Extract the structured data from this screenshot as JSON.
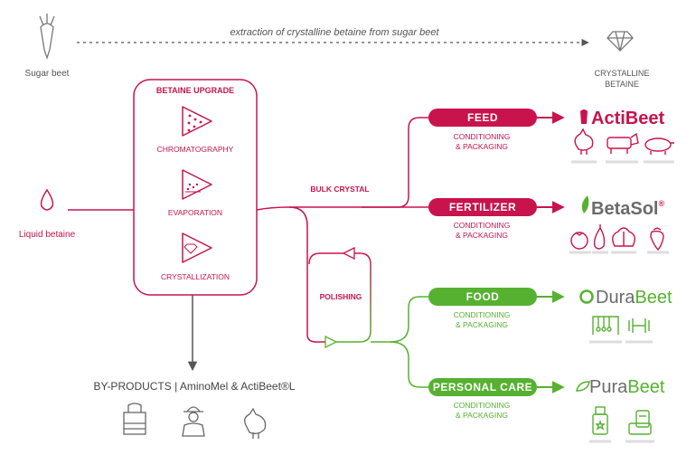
{
  "header": {
    "source_label": "Sugar beet",
    "process_label": "extraction of crystalline betaine from sugar beet",
    "target_label_line1": "CRYSTALLINE",
    "target_label_line2": "BETAINE"
  },
  "input": {
    "label": "Liquid betaine"
  },
  "upgrade": {
    "title": "BETAINE UPGRADE",
    "steps": [
      "CHROMATOGRAPHY",
      "EVAPORATION",
      "CRYSTALLIZATION"
    ]
  },
  "flow": {
    "bulk_label": "BULK CRYSTAL",
    "polishing_label": "POLISHING"
  },
  "byproducts": {
    "label": "BY-PRODUCTS | AminoMel & ActiBeet®L"
  },
  "outputs": [
    {
      "name": "FEED",
      "sub1": "CONDITIONING",
      "sub2": "& PACKAGING",
      "brand_a": "ActiBeet",
      "brand_b": ""
    },
    {
      "name": "FERTILIZER",
      "sub1": "CONDITIONING",
      "sub2": "& PACKAGING",
      "brand_a": "BetaSol",
      "brand_b": "®"
    },
    {
      "name": "FOOD",
      "sub1": "CONDITIONING",
      "sub2": "& PACKAGING",
      "brand_a": "Dura",
      "brand_b": "Beet"
    },
    {
      "name": "PERSONAL CARE",
      "sub1": "CONDITIONING",
      "sub2": "& PACKAGING",
      "brand_a": "Pura",
      "brand_b": "Beet"
    }
  ],
  "colors": {
    "magenta": "#c8134d",
    "green": "#56b130",
    "grey": "#555555",
    "brand_grey": "#6b6b6b"
  }
}
